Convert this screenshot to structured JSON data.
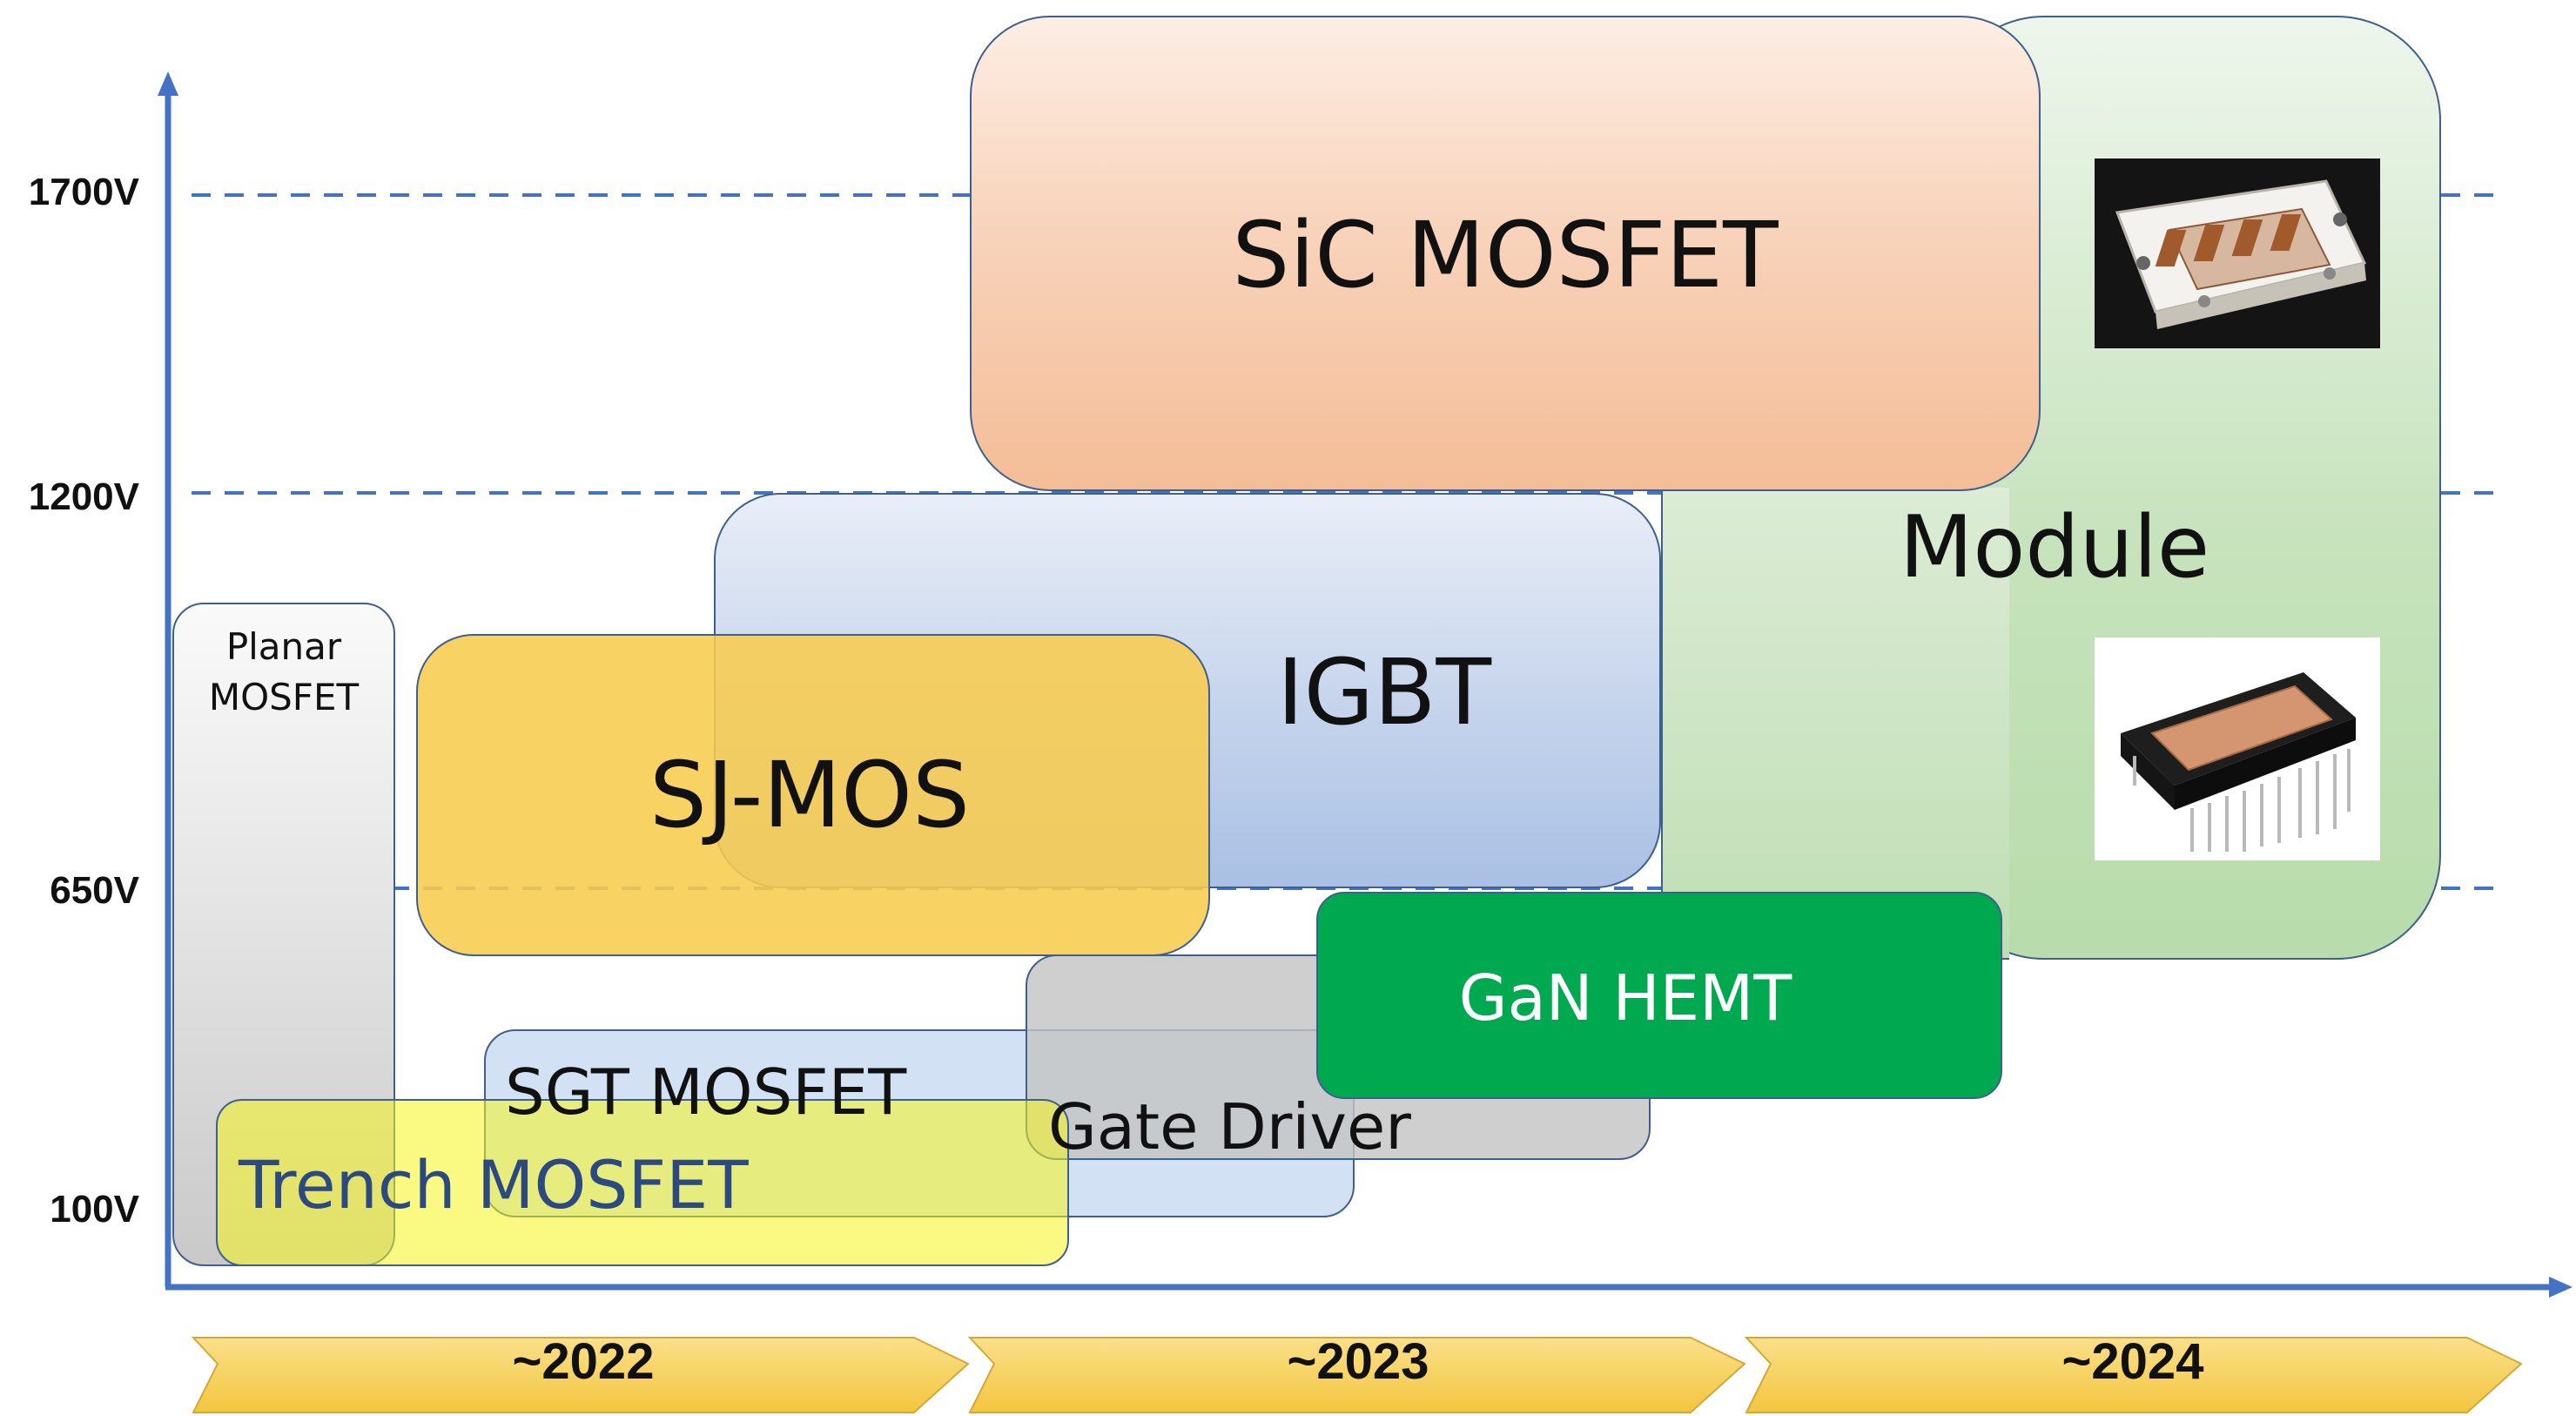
{
  "voltage_levels": [
    {
      "label": "1700V"
    },
    {
      "label": "1200V"
    },
    {
      "label": "650V"
    },
    {
      "label": "100V"
    }
  ],
  "timeline": [
    {
      "label": "~2022"
    },
    {
      "label": "~2023"
    },
    {
      "label": "~2024"
    }
  ],
  "categories": {
    "planar": {
      "line1": "Planar",
      "line2": "MOSFET"
    },
    "trench": {
      "label": "Trench MOSFET"
    },
    "sgt": {
      "label": "SGT MOSFET"
    },
    "sj": {
      "label": "SJ-MOS"
    },
    "igbt": {
      "label": "IGBT"
    },
    "sic": {
      "label": "SiC MOSFET"
    },
    "module": {
      "label": "Module"
    },
    "gate_driver": {
      "label": "Gate Driver"
    },
    "gan": {
      "label": "GaN HEMT"
    }
  },
  "colors": {
    "axis": "#4472c4",
    "timeline_arrow": "#f7cf55",
    "sic": "#f5c09c",
    "igbt": "#b3c7e6",
    "sj": "#f8cf5a",
    "module": "#c8e3bf",
    "gan": "#00a84f",
    "gate_driver": "#d4d4d4",
    "sgt": "#cfe0f2",
    "trench": "#f4f42c",
    "planar": "#e0e0e0"
  },
  "images": [
    {
      "icon": "power-module-photo"
    },
    {
      "icon": "ipm-module-photo"
    }
  ]
}
